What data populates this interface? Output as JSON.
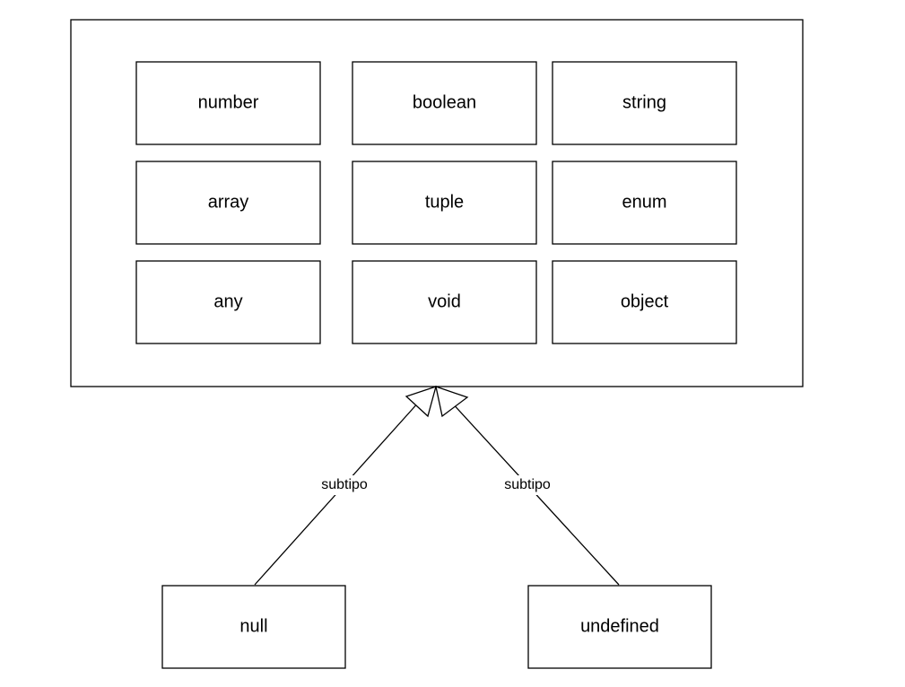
{
  "diagram": {
    "supertype_items": [
      "number",
      "boolean",
      "string",
      "array",
      "tuple",
      "enum",
      "any",
      "void",
      "object"
    ],
    "subtypes": [
      "null",
      "undefined"
    ],
    "edge_label": "subtipo"
  }
}
